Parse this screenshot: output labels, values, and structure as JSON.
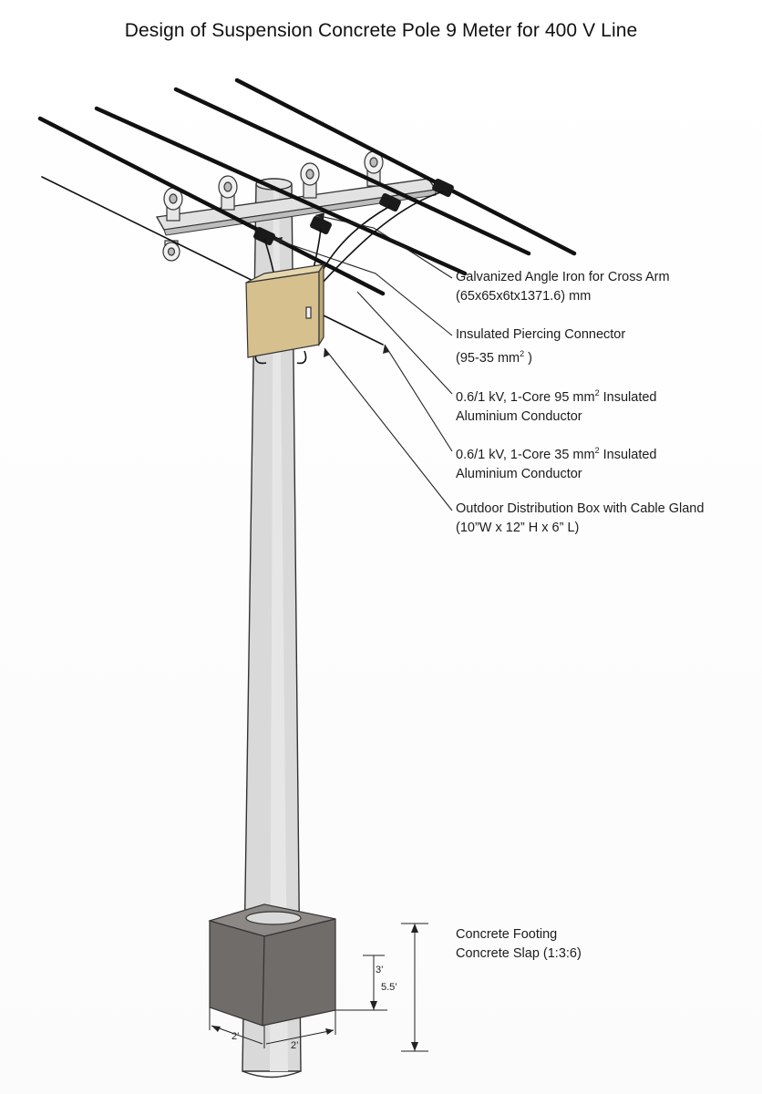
{
  "title": "Design of Suspension Concrete Pole 9 Meter for 400 V Line",
  "callouts": {
    "cross_arm": {
      "line1": "Galvanized Angle Iron for Cross Arm",
      "line2": "(65x65x6tx1371.6) mm"
    },
    "connector": {
      "line1": "Insulated Piercing Connector",
      "line2_prefix": "(95-35 mm",
      "line2_sup": "2",
      "line2_suffix": " )"
    },
    "conductor_95": {
      "line1_prefix": "0.6/1 kV, 1-Core 95 mm",
      "line1_sup": "2",
      "line1_suffix": " Insulated",
      "line2": "Aluminium Conductor"
    },
    "conductor_35": {
      "line1_prefix": "0.6/1 kV, 1-Core 35 mm",
      "line1_sup": "2",
      "line1_suffix": " Insulated",
      "line2": "Aluminium Conductor"
    },
    "distribution_box": {
      "line1": "Outdoor Distribution Box with Cable Gland",
      "line2": "(10”W x 12” H x 6” L)"
    },
    "footing": {
      "line1": "Concrete Footing",
      "line2": "Concrete Slap (1:3:6)"
    }
  },
  "dimensions": {
    "height_total": "5.5’",
    "height_above": "3’",
    "width_left": "2’",
    "width_right": "2’"
  },
  "colors": {
    "pole": "#d8d8d8",
    "footing_front": "#6f6c6a",
    "footing_top": "#8b8886",
    "box": "#d6c08e",
    "conductor": "#111111"
  }
}
